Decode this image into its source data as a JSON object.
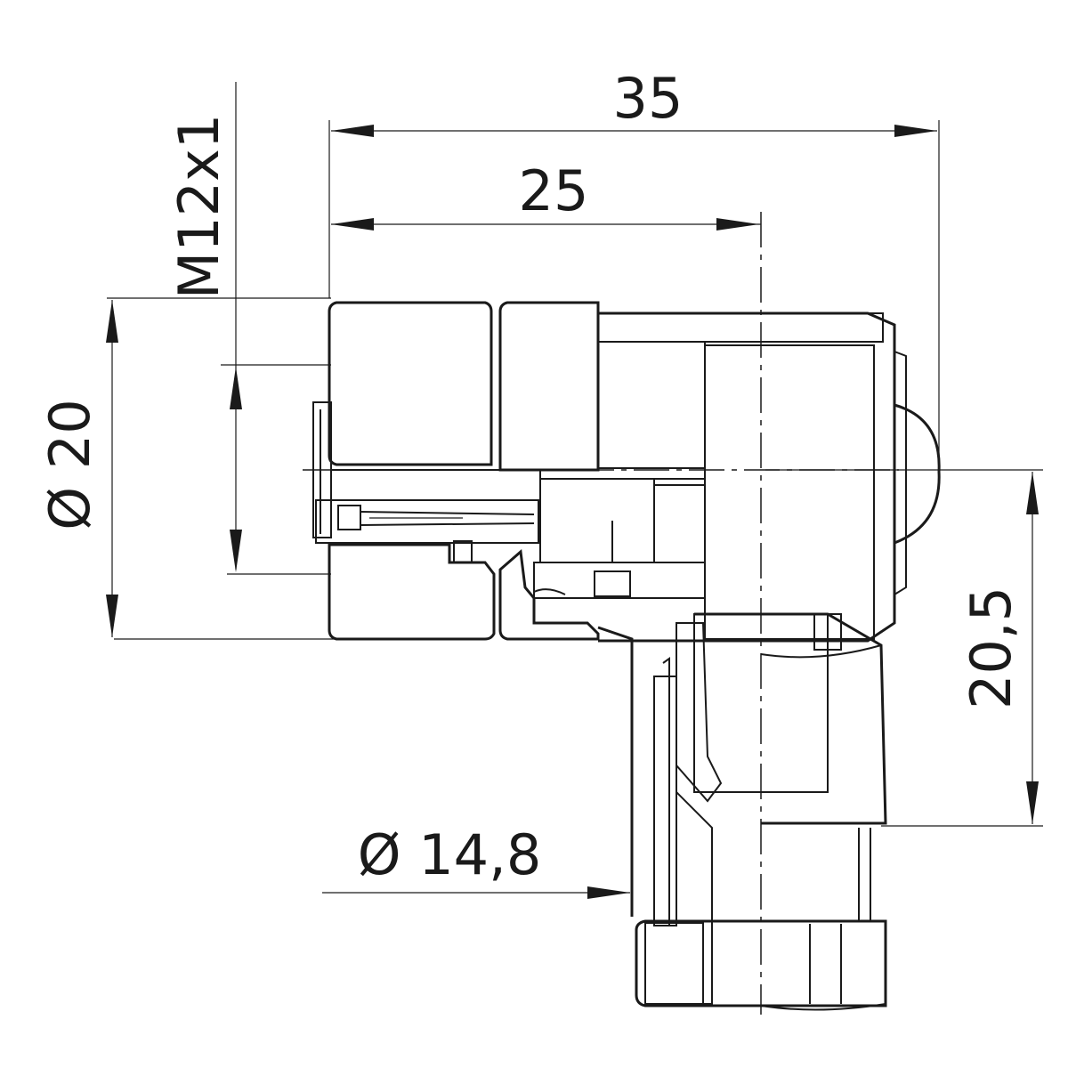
{
  "dimensions": {
    "overall_length": "35",
    "center_length": "25",
    "thread": "M12x1",
    "outer_diameter": "Ø 20",
    "height": "20,5",
    "cable_diameter": "Ø 14,8"
  },
  "colors": {
    "line": "#1a1a1a",
    "background": "#ffffff"
  }
}
